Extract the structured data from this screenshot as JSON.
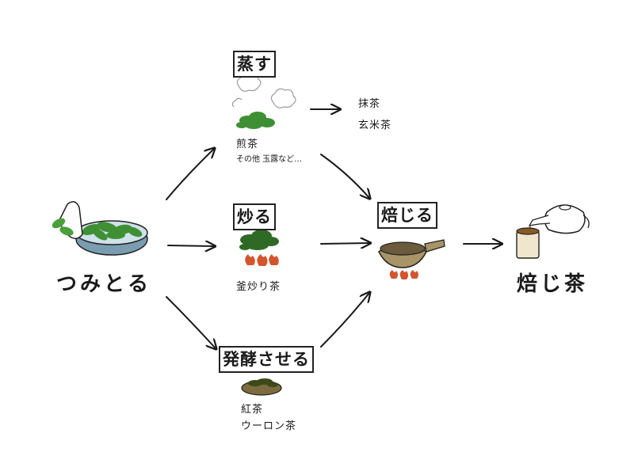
{
  "source": {
    "label": "つみとる",
    "icon": "hand-picking-leaves-icon"
  },
  "processes": {
    "steam": {
      "label": "蒸す",
      "icon": "steamed-leaves-icon",
      "products": [
        "煎茶"
      ],
      "note": "その他 玉露など…"
    },
    "roast": {
      "label": "炒る",
      "icon": "pan-roasted-leaves-icon",
      "products": [
        "釜炒り茶"
      ]
    },
    "ferment": {
      "label": "発酵させる",
      "icon": "fermented-leaves-icon",
      "products": [
        "紅茶",
        "ウーロン茶"
      ]
    },
    "bake": {
      "label": "焙じる",
      "icon": "roasting-pot-icon"
    }
  },
  "branch_products": [
    "抹茶",
    "玄米茶"
  ],
  "final": {
    "label": "焙じ茶",
    "icon": "teapot-and-cup-icon"
  }
}
